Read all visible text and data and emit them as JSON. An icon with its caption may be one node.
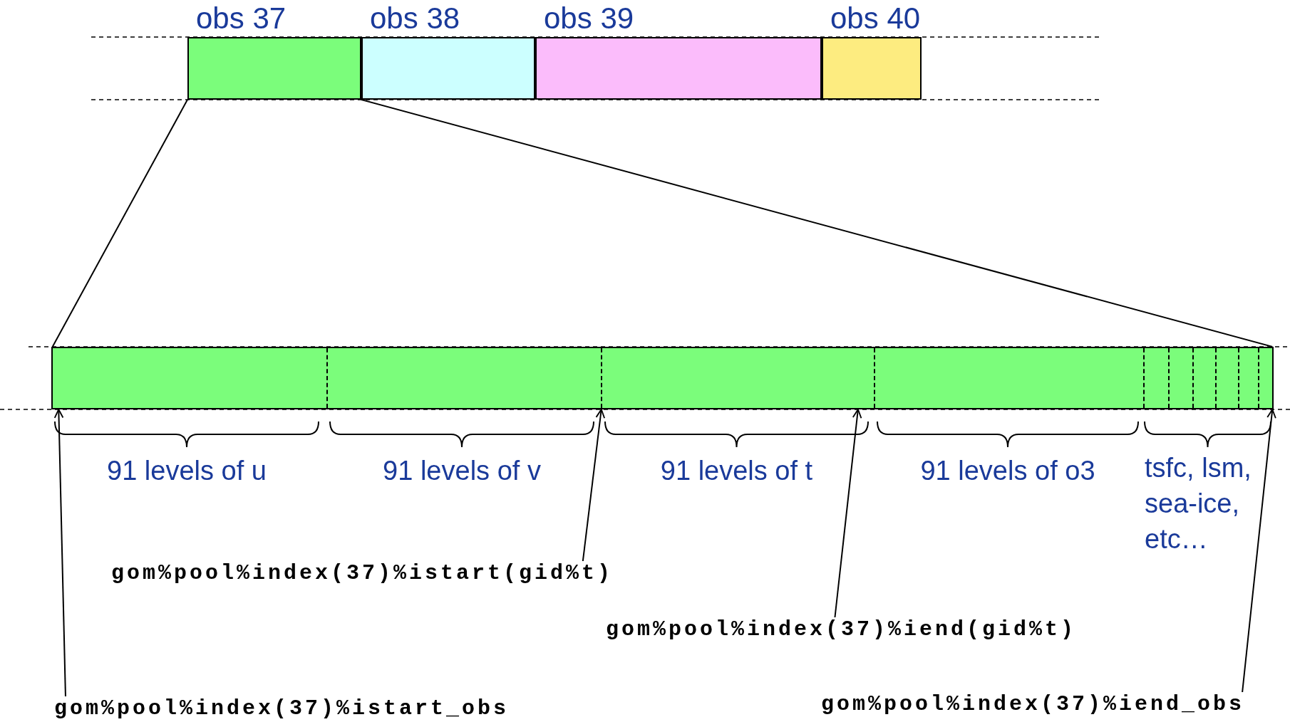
{
  "diagram": {
    "nodes": [
      {
        "text": [
          "obs 37"
        ]
      },
      {
        "text": [
          "obs 38"
        ]
      },
      {
        "text": [
          "obs 39"
        ]
      },
      {
        "text": [
          "obs 40"
        ]
      },
      {
        "text": [],
        "shape": "bar"
      },
      {
        "text": [
          "gom%pool%index(37)%istart(gid%t)"
        ]
      },
      {
        "text": [
          "gom%pool%index(37)%iend(gid%t)"
        ]
      },
      {
        "text": [
          "gom%pool%index(37)%istart_obs"
        ]
      },
      {
        "text": [
          "gom%pool%index(37)%iend_obs"
        ]
      }
    ],
    "edges": [
      {
        "from": 0,
        "to": 4,
        "arrow": "none"
      },
      {
        "from": 0,
        "to": 4,
        "arrow": "none"
      },
      {
        "from": 5,
        "to": 4,
        "arrow": "to"
      },
      {
        "from": 6,
        "to": 4,
        "arrow": "to"
      },
      {
        "from": 7,
        "to": 4,
        "arrow": "to"
      },
      {
        "from": 8,
        "to": 4,
        "arrow": "to"
      }
    ],
    "labels": [
      "91 levels of u",
      "91 levels of v",
      "91 levels of t",
      "91 levels of o3",
      "tsfc, lsm, sea-ice, etc…"
    ]
  }
}
